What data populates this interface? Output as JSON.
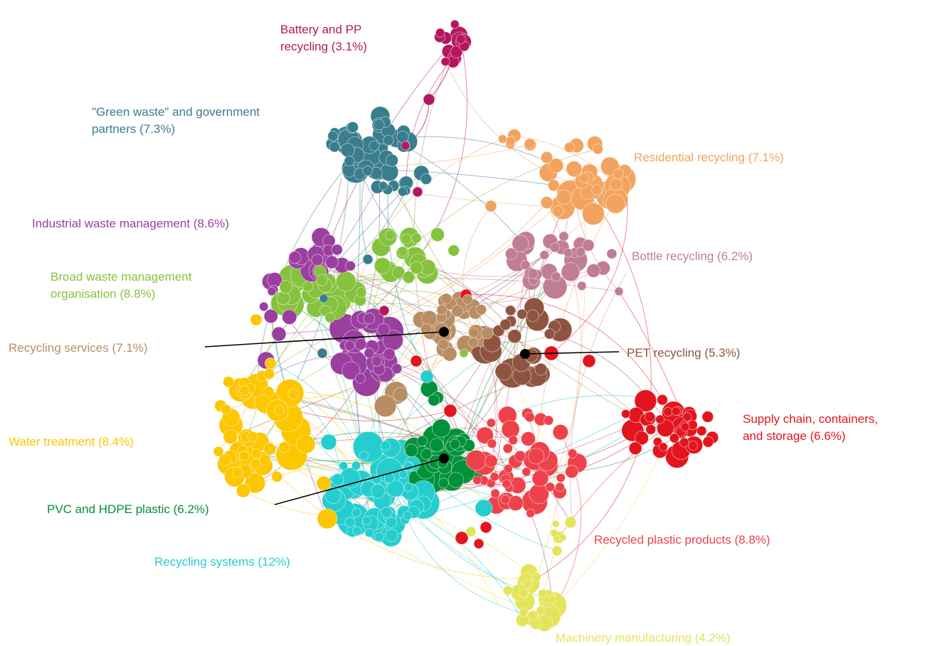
{
  "clusters": [
    {
      "id": "battery",
      "label_lines": [
        "Battery and PP",
        "recycling (3.1%)"
      ],
      "color": "#B5175E"
    },
    {
      "id": "green",
      "label_lines": [
        "\"Green waste\" and government",
        "partners  (7.3%)"
      ],
      "color": "#3A7D8C"
    },
    {
      "id": "residential",
      "label_lines": [
        "Residential recycling  (7.1%)"
      ],
      "color": "#F2A45E"
    },
    {
      "id": "industrial",
      "label_lines": [
        "Industrial waste management (8.6%)"
      ],
      "color": "#9A3FA0"
    },
    {
      "id": "bottle",
      "label_lines": [
        "Bottle recycling (6.2%)"
      ],
      "color": "#C07D95"
    },
    {
      "id": "broad",
      "label_lines": [
        "Broad waste management",
        "organisation (8.8%)"
      ],
      "color": "#86C23E"
    },
    {
      "id": "services",
      "label_lines": [
        "Recycling services  (7.1%)"
      ],
      "color": "#B88D62"
    },
    {
      "id": "pet",
      "label_lines": [
        "PET recycling (5.3%)"
      ],
      "color": "#8F5440"
    },
    {
      "id": "supply",
      "label_lines": [
        "Supply chain, containers,",
        "and storage (6.6%)"
      ],
      "color": "#E2151E"
    },
    {
      "id": "water",
      "label_lines": [
        "Water treatment  (8.4%)"
      ],
      "color": "#FCC600"
    },
    {
      "id": "pvc",
      "label_lines": [
        "PVC and HDPE plastic (6.2%)"
      ],
      "color": "#00913A"
    },
    {
      "id": "recplastic",
      "label_lines": [
        "Recycled plastic products (8.8%)"
      ],
      "color": "#EE424B"
    },
    {
      "id": "systems",
      "label_lines": [
        "Recycling systems  (12%)"
      ],
      "color": "#26CDCF"
    },
    {
      "id": "machinery",
      "label_lines": [
        "Machinery manufacturing (4.2%)"
      ],
      "color": "#E4E45A"
    }
  ]
}
